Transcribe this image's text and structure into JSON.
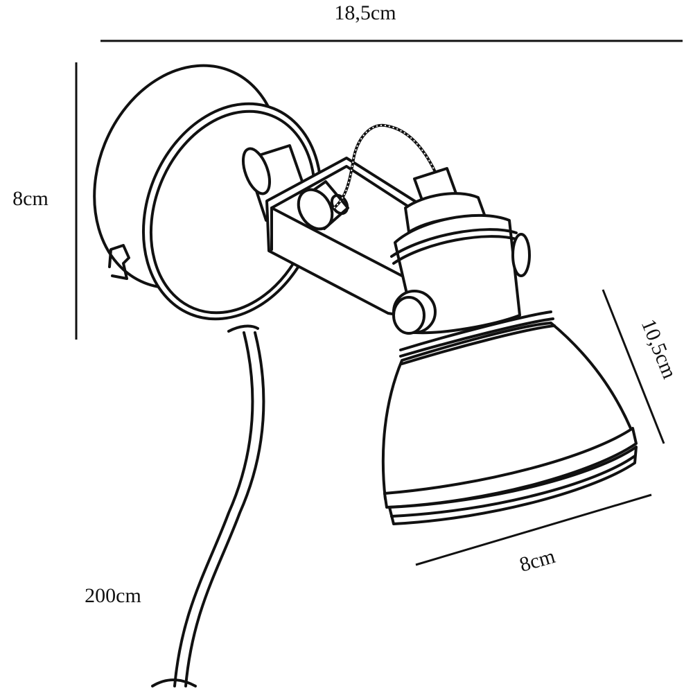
{
  "dimensions": {
    "overall_width": "18,5cm",
    "base_height": "8cm",
    "shade_length": "10,5cm",
    "shade_diameter": "8cm",
    "cable_length": "200cm"
  },
  "colors": {
    "ink": "#111111",
    "background": "#ffffff"
  }
}
